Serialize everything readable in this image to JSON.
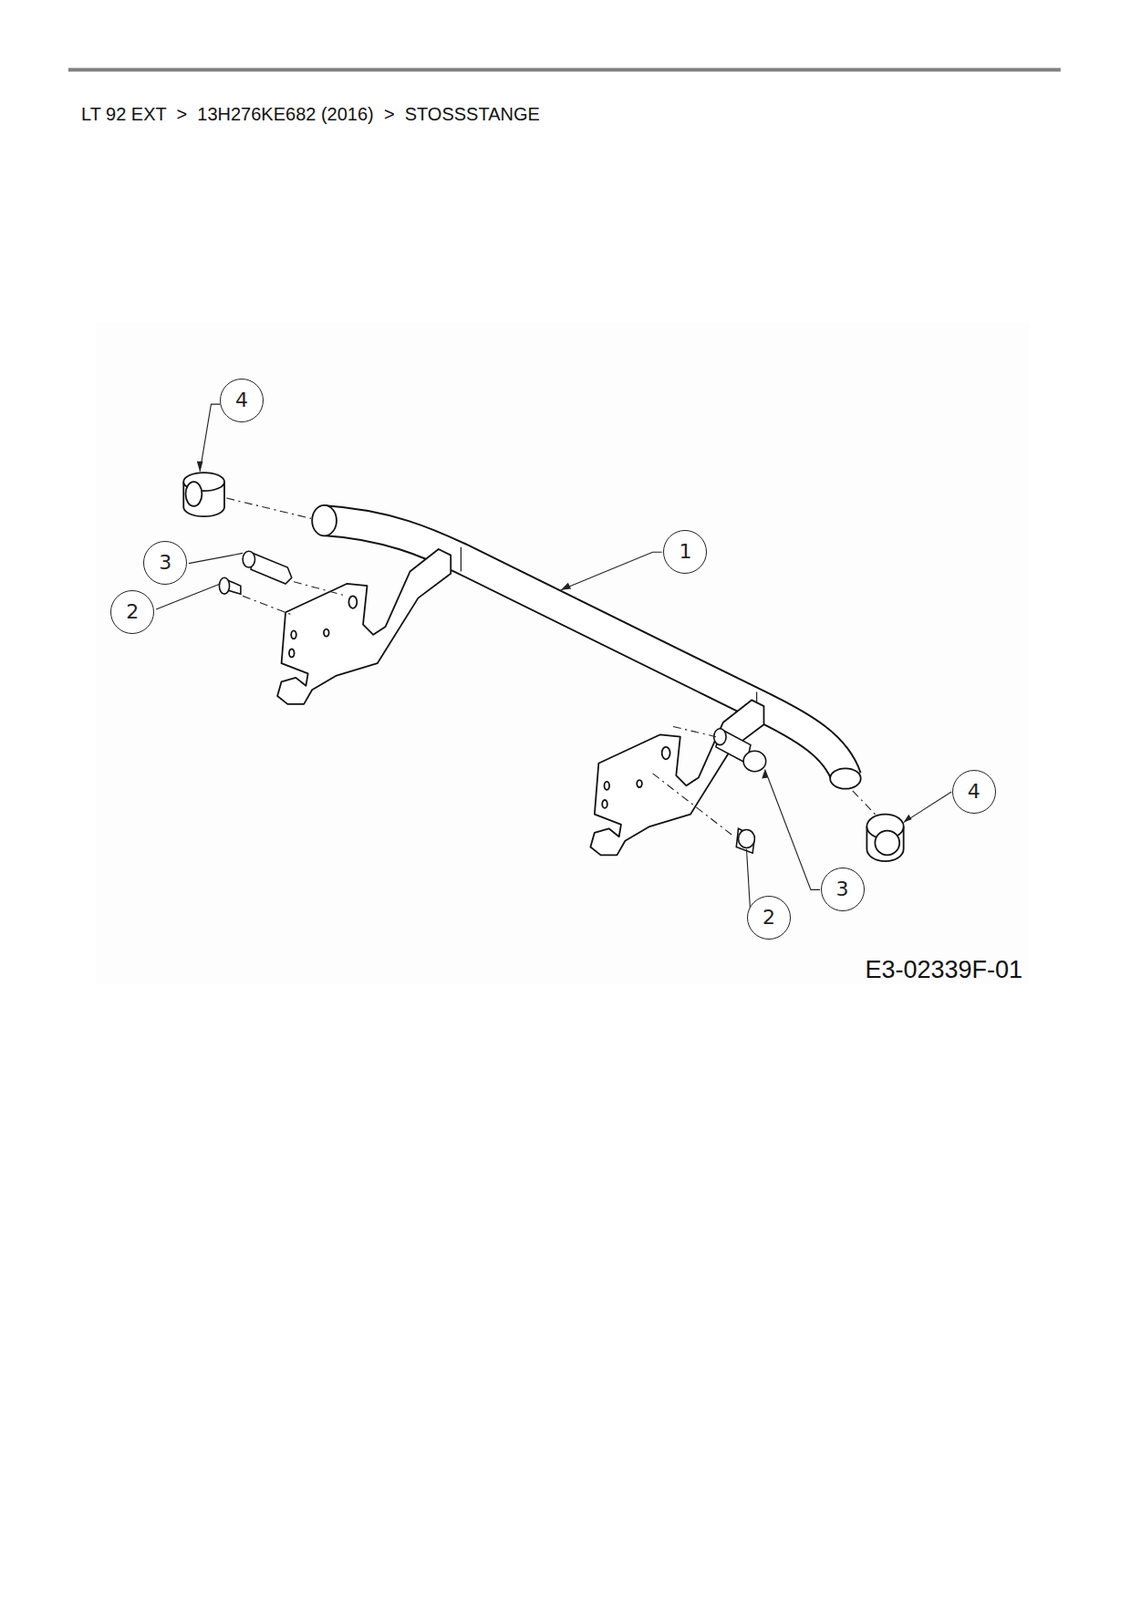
{
  "diagram": {
    "title": "LT 92 EXT  >  13H276KE682 (2016)  >  STOSSSTANGE",
    "nodes": [
      {
        "text": [
          "4"
        ]
      },
      {
        "text": [
          "1"
        ]
      },
      {
        "text": [
          "3"
        ]
      },
      {
        "text": [
          "2"
        ]
      },
      {
        "text": [
          "4"
        ]
      },
      {
        "text": [
          "3"
        ]
      },
      {
        "text": [
          "2"
        ]
      }
    ],
    "labels": [
      "E3-02339F-01"
    ]
  }
}
